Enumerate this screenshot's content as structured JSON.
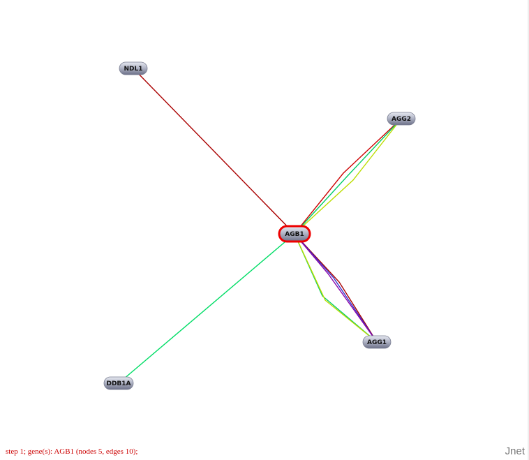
{
  "graph": {
    "nodes": [
      {
        "id": "AGB1",
        "label": "AGB1",
        "selected": true
      },
      {
        "id": "NDL1",
        "label": "NDL1",
        "selected": false
      },
      {
        "id": "AGG2",
        "label": "AGG2",
        "selected": false
      },
      {
        "id": "AGG1",
        "label": "AGG1",
        "selected": false
      },
      {
        "id": "DDB1A",
        "label": "DDB1A",
        "selected": false
      }
    ],
    "edges": [
      {
        "source": "AGB1",
        "target": "NDL1",
        "color": "#aa0000"
      },
      {
        "source": "AGB1",
        "target": "AGG2",
        "color": "#cc0000"
      },
      {
        "source": "AGB1",
        "target": "AGG2",
        "color": "#00cc66"
      },
      {
        "source": "AGB1",
        "target": "AGG2",
        "color": "#bbdd00"
      },
      {
        "source": "AGB1",
        "target": "AGG1",
        "color": "#aa0000"
      },
      {
        "source": "AGB1",
        "target": "AGG1",
        "color": "#3333cc"
      },
      {
        "source": "AGB1",
        "target": "AGG1",
        "color": "#8800aa"
      },
      {
        "source": "AGB1",
        "target": "AGG1",
        "color": "#00cc66"
      },
      {
        "source": "AGB1",
        "target": "AGG1",
        "color": "#bbdd00"
      },
      {
        "source": "AGB1",
        "target": "DDB1A",
        "color": "#00dd66"
      }
    ],
    "selected_color": "#ee0000",
    "node_color": "#9aa0b4"
  },
  "status": {
    "text": "step 1; gene(s): AGB1 (nodes 5, edges 10);"
  },
  "brand": {
    "text": "Jnet"
  }
}
